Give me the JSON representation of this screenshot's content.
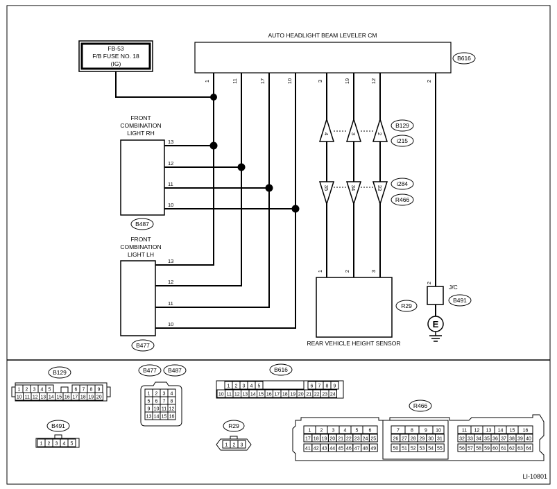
{
  "fuse": {
    "line1": "FB-53",
    "line2": "F/B FUSE NO. 18",
    "line3": "(IG)"
  },
  "control_module": {
    "title": "AUTO HEADLIGHT BEAM LEVELER CM",
    "connector": "B616",
    "pins": [
      "1",
      "11",
      "17",
      "10",
      "3",
      "19",
      "12",
      "2"
    ]
  },
  "light_rh": {
    "line1": "FRONT",
    "line2": "COMBINATION",
    "line3": "LIGHT RH",
    "connector": "B487",
    "pins": [
      "13",
      "12",
      "11",
      "10"
    ]
  },
  "light_lh": {
    "line1": "FRONT",
    "line2": "COMBINATION",
    "line3": "LIGHT LH",
    "connector": "B477",
    "pins": [
      "13",
      "12",
      "11",
      "10"
    ]
  },
  "upper_joint": {
    "connector_a": "B129",
    "connector_b": "i215",
    "pins": [
      "4",
      "3",
      "2"
    ]
  },
  "lower_joint": {
    "connector_a": "i284",
    "connector_b": "R466",
    "pins": [
      "35",
      "34",
      "33"
    ]
  },
  "sensor": {
    "label": "REAR VEHICLE HEIGHT SENSOR",
    "connector": "R29",
    "pins": [
      "1",
      "2",
      "3"
    ]
  },
  "junction": {
    "label": "J/C",
    "connector": "B491",
    "pin": "2",
    "ground": "E"
  },
  "connector_views": {
    "b129": {
      "label": "B129",
      "row1a": [
        "1",
        "2",
        "3",
        "4",
        "5"
      ],
      "row1b": [
        "6",
        "7",
        "8",
        "9"
      ],
      "row2": [
        "10",
        "11",
        "12",
        "13",
        "14",
        "15",
        "16",
        "17",
        "18",
        "19",
        "20"
      ]
    },
    "b477_b487": {
      "label_a": "B477",
      "label_b": "B487",
      "rows": [
        [
          "1",
          "2",
          "3",
          "4"
        ],
        [
          "5",
          "6",
          "7",
          "8"
        ],
        [
          "9",
          "10",
          "11",
          "12"
        ],
        [
          "13",
          "14",
          "15",
          "16"
        ]
      ]
    },
    "b616": {
      "label": "B616",
      "row1a": [
        "1",
        "2",
        "3",
        "4",
        "5"
      ],
      "row1b": [
        "6",
        "7",
        "8",
        "9"
      ],
      "row2": [
        "10",
        "11",
        "12",
        "13",
        "14",
        "15",
        "16",
        "17",
        "18",
        "19",
        "20",
        "21",
        "22",
        "23",
        "24"
      ]
    },
    "b491": {
      "label": "B491",
      "row": [
        "1",
        "2",
        "3",
        "4",
        "5"
      ]
    },
    "r29": {
      "label": "R29",
      "row": [
        "1",
        "2",
        "3"
      ]
    },
    "r466": {
      "label": "R466",
      "seg1": {
        "row1": [
          "1",
          "2",
          "3",
          "4",
          "5",
          "6"
        ],
        "row2": [
          "17",
          "18",
          "19",
          "20",
          "21",
          "22",
          "23",
          "24",
          "25"
        ],
        "row3": [
          "41",
          "42",
          "43",
          "44",
          "45",
          "46",
          "47",
          "48",
          "49"
        ]
      },
      "seg2": {
        "row1": [
          "7",
          "8",
          "9",
          "10"
        ],
        "row2": [
          "26",
          "27",
          "28",
          "29",
          "30",
          "31"
        ],
        "row3": [
          "50",
          "51",
          "52",
          "53",
          "54",
          "55"
        ]
      },
      "seg3": {
        "row1": [
          "11",
          "12",
          "13",
          "14",
          "15",
          "16"
        ],
        "row2": [
          "32",
          "33",
          "34",
          "35",
          "36",
          "37",
          "38",
          "39",
          "40"
        ],
        "row3": [
          "56",
          "57",
          "58",
          "59",
          "60",
          "61",
          "62",
          "63",
          "64"
        ]
      }
    }
  },
  "diagram_id": "LI-10801"
}
